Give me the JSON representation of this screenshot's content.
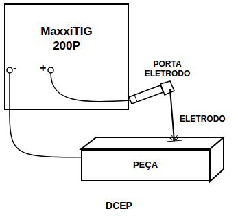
{
  "diagram": {
    "caption": "DCEP",
    "nodes": [
      {
        "text": [
          "MaxxiTIG 200P"
        ]
      },
      {
        "text": [
          "PEÇA"
        ]
      }
    ],
    "edges": [
      {
        "from": 0,
        "to": 1,
        "arrow": "none"
      }
    ],
    "labels": [
      "-",
      "+",
      "PORTA ELETRODO",
      "ELETRODO"
    ]
  }
}
